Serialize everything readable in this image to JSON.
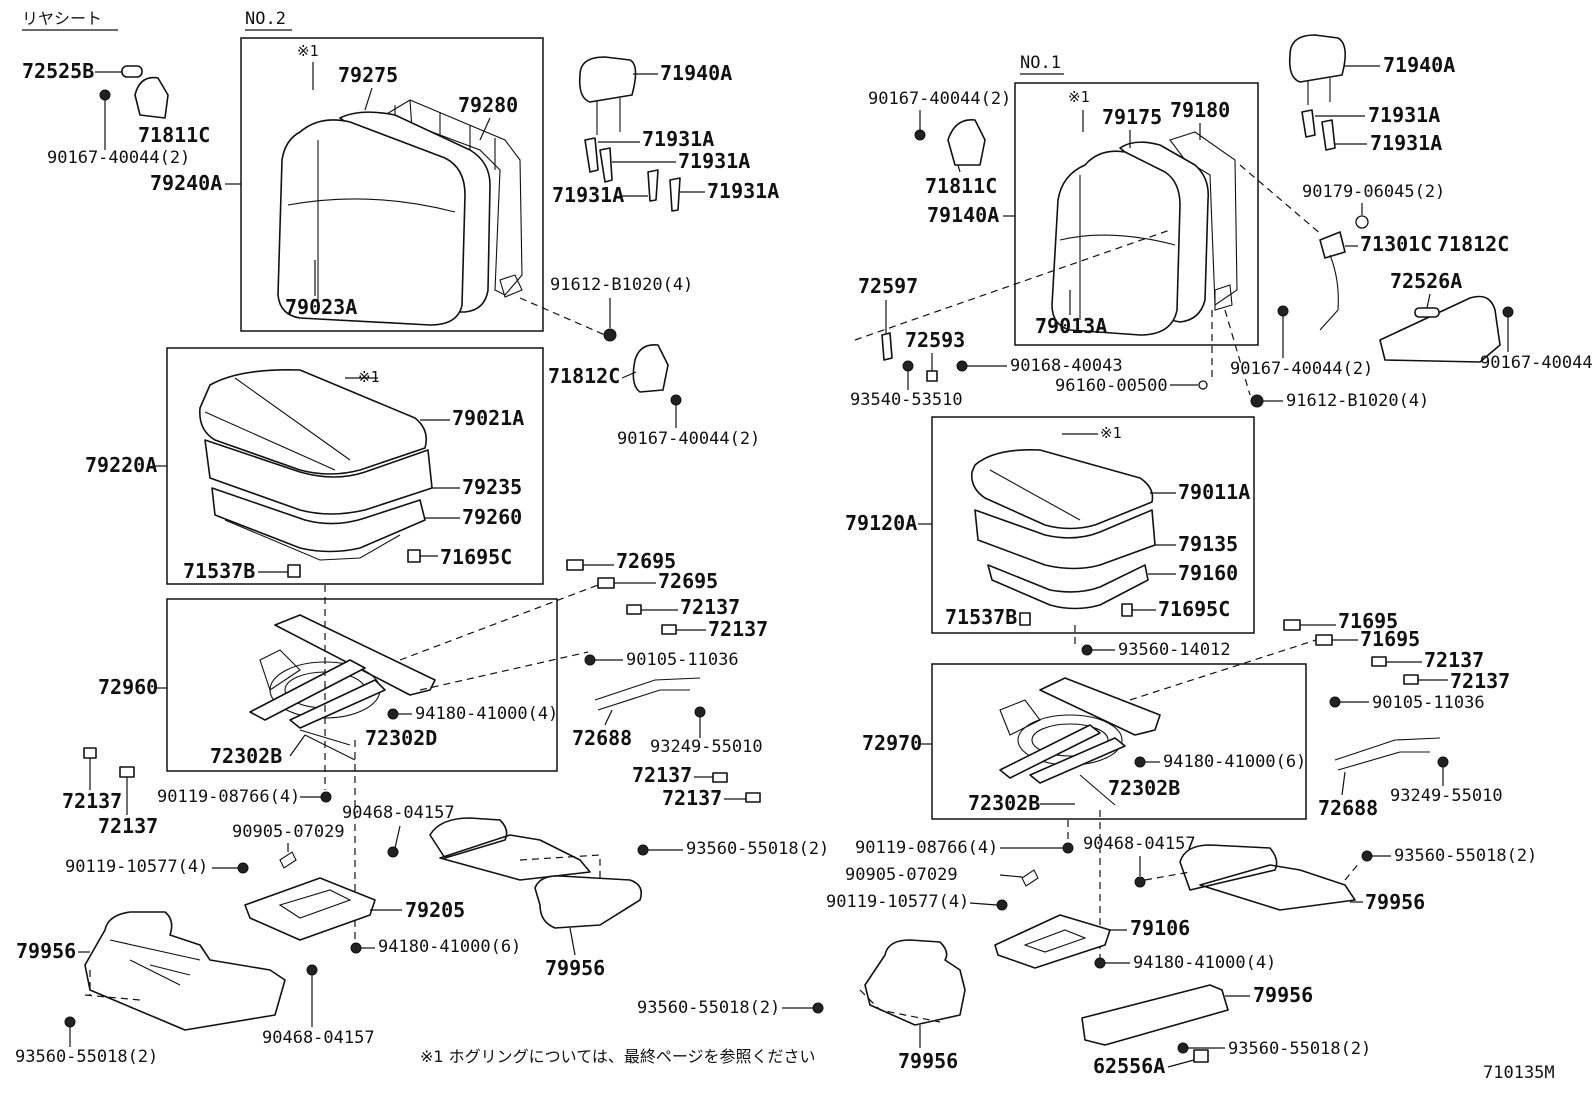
{
  "header": {
    "section_title": "リヤシート",
    "rear_no2": "NO.2",
    "front_no1": "NO.1"
  },
  "footnote": "※1  ホグリングについては、最終ページを参照ください",
  "figure_id": "710135M",
  "left": {
    "box_back": {
      "mark": "※1",
      "labels": [
        "79275",
        "79280",
        "79240A",
        "79023A"
      ]
    },
    "box_cushion": {
      "mark": "※1",
      "labels": [
        "79021A",
        "79220A",
        "79235",
        "79260",
        "71537B",
        "71695C"
      ]
    },
    "box_adjuster": {
      "labels": [
        "72960",
        "94180-41000(4)",
        "72302B",
        "72302D"
      ]
    },
    "outside": [
      "72525B",
      "71811C",
      "90167-40044(2)",
      "71940A",
      "71931A",
      "71931A",
      "71931A",
      "71931A",
      "91612-B1020(4)",
      "71812C",
      "90167-40044(2)",
      "72695",
      "72695",
      "72137",
      "72137",
      "90105-11036",
      "72688",
      "93249-55010",
      "72137",
      "72137",
      "72137",
      "72137",
      "90119-08766(4)",
      "90468-04157",
      "90905-07029",
      "93560-55018(2)",
      "90119-10577(4)",
      "79205",
      "94180-41000(6)",
      "79956",
      "79956",
      "90468-04157",
      "93560-55018(2)"
    ]
  },
  "right": {
    "box_back": {
      "mark": "※1",
      "labels": [
        "79175",
        "79180",
        "79140A",
        "79013A"
      ]
    },
    "box_cushion": {
      "mark": "※1",
      "labels": [
        "79011A",
        "79120A",
        "79135",
        "79160",
        "71537B",
        "71695C"
      ]
    },
    "box_adjuster": {
      "labels": [
        "72970",
        "94180-41000(6)",
        "72302B",
        "72302B"
      ]
    },
    "outside": [
      "90167-40044(2)",
      "71811C",
      "71940A",
      "71931A",
      "71931A",
      "90179-06045(2)",
      "71301C",
      "71812C",
      "72526A",
      "90167-40044",
      "90167-40044(2)",
      "72597",
      "72593",
      "90168-40043",
      "93540-53510",
      "96160-00500",
      "91612-B1020(4)",
      "93560-14012",
      "71695",
      "71695",
      "72137",
      "72137",
      "90105-11036",
      "72688",
      "93249-55010",
      "90119-08766(4)",
      "90468-04157",
      "93560-55018(2)",
      "90905-07029",
      "90119-10577(4)",
      "79956",
      "79106",
      "94180-41000(4)",
      "93560-55018(2)",
      "79956",
      "79956",
      "93560-55018(2)",
      "62556A"
    ]
  }
}
